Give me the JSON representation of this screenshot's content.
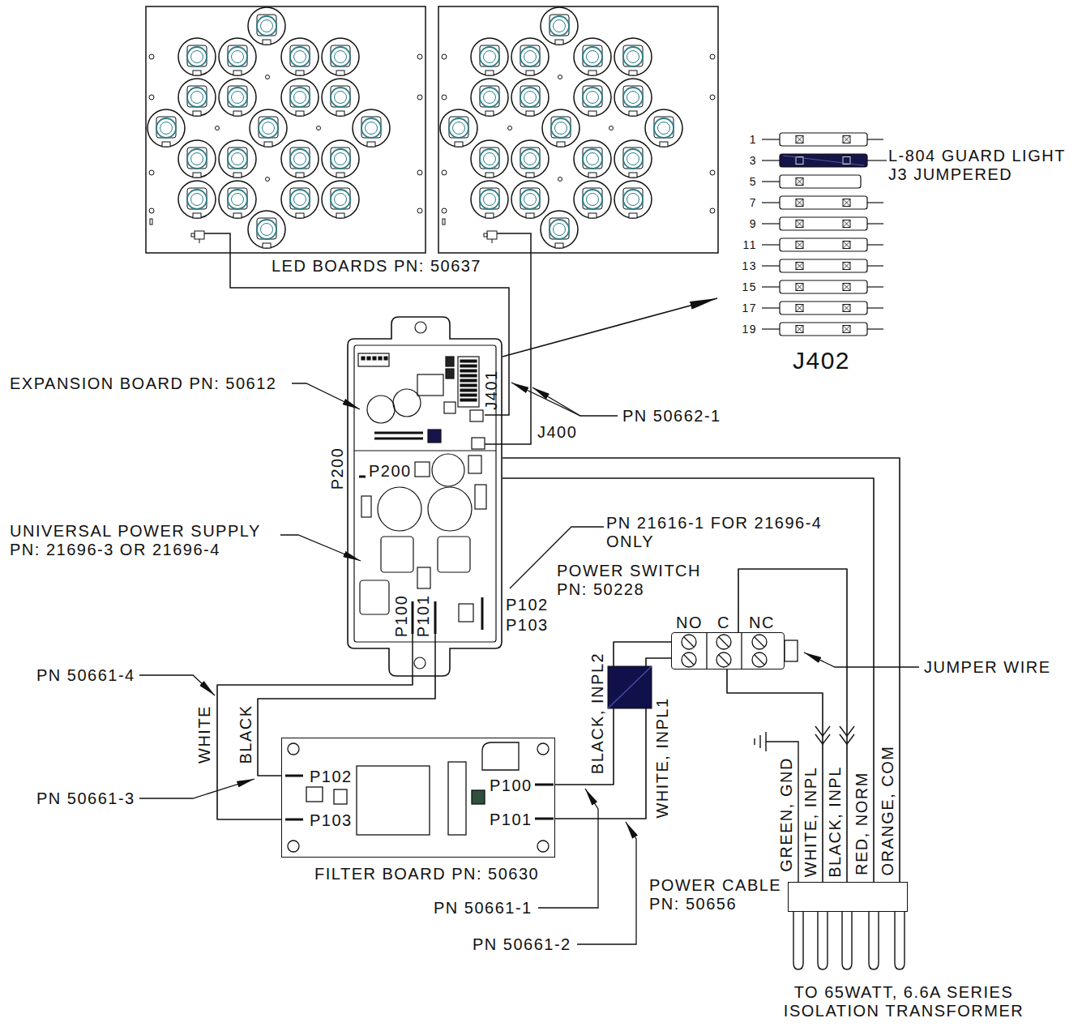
{
  "diagram": {
    "nodes": [
      {
        "text": [
          "J401",
          "P200",
          "P100",
          "P101"
        ]
      },
      {
        "text": [
          "J402"
        ]
      },
      {
        "text": [
          "POWER SWITCH PN: 50228",
          "NO",
          "C",
          "NC"
        ]
      },
      {
        "text": [
          "P102",
          "P100",
          "P103",
          "P101",
          "FILTER BOARD PN: 50630"
        ]
      },
      {
        "text": [
          "POWER CABLE PN: 50656"
        ]
      }
    ],
    "edges": [
      {
        "from": 0,
        "to": 1,
        "arrow": "to"
      },
      {
        "from": 3,
        "to": 0,
        "label": "BLACK",
        "arrow": "none"
      },
      {
        "from": 3,
        "to": 0,
        "label": "WHITE",
        "arrow": "none"
      },
      {
        "from": 2,
        "to": 3,
        "label": "BLACK, INPL2",
        "arrow": "none"
      },
      {
        "from": 2,
        "to": 3,
        "label": "WHITE, INPL1",
        "arrow": "none"
      },
      {
        "from": 4,
        "to": 2,
        "label": "WHITE, INPL",
        "arrow": "none"
      },
      {
        "from": 4,
        "to": 2,
        "label": "BLACK, INPL",
        "arrow": "none"
      },
      {
        "from": 4,
        "to": 0,
        "label": "RED, NORM",
        "arrow": "none"
      },
      {
        "from": 4,
        "to": 0,
        "label": "ORANGE, COM",
        "arrow": "none"
      }
    ],
    "labels": [
      "LED BOARDS PN: 50637",
      "1",
      "L-804 GUARD LIGHT J3 JUMPERED",
      "3",
      "5",
      "7",
      "9",
      "11",
      "13",
      "15",
      "17",
      "19",
      "EXPANSION BOARD PN: 50612",
      "PN 50662-1",
      "J400",
      "P200",
      "UNIVERSAL POWER SUPPLY PN: 21696-3 OR 21696-4",
      "PN 21616-1 FOR 21696-4 ONLY",
      "P102",
      "P103",
      "JUMPER WIRE",
      "PN 50661-4",
      "PN 50661-3",
      "GREEN, GND",
      "PN 50661-1",
      "PN 50661-2",
      "TO 65WATT, 6.6A SERIES ISOLATION TRANSFORMER"
    ]
  }
}
